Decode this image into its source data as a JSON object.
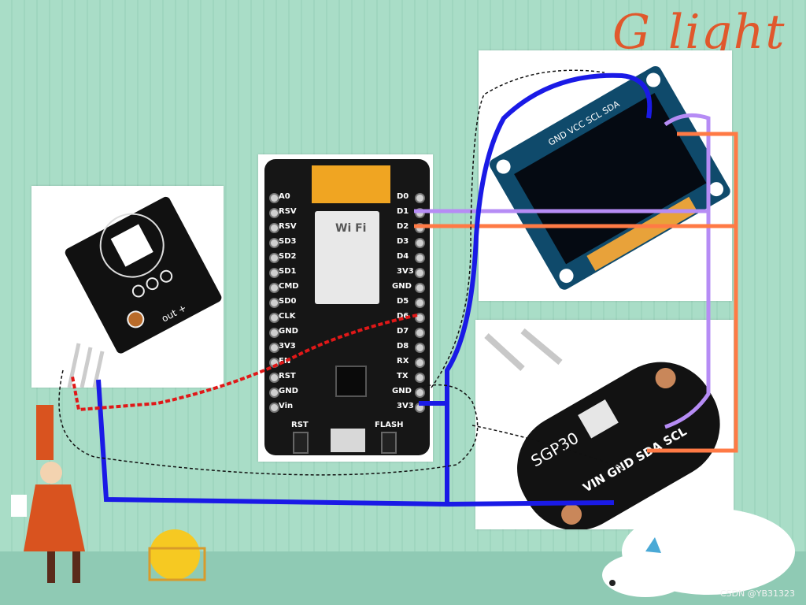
{
  "brand": "G light",
  "watermark": "CSDN @YB31323",
  "esp_board": {
    "left_pins": [
      "A0",
      "RSV",
      "RSV",
      "SD3",
      "SD2",
      "SD1",
      "CMD",
      "SD0",
      "CLK",
      "GND",
      "3V3",
      "EN",
      "RST",
      "GND",
      "Vin"
    ],
    "right_pins": [
      "D0",
      "D1",
      "D2",
      "D3",
      "D4",
      "3V3",
      "GND",
      "D5",
      "D6",
      "D7",
      "D8",
      "RX",
      "TX",
      "GND",
      "3V3"
    ],
    "module_text": "Wi Fi",
    "rst_label": "RST",
    "flash_label": "FLASH"
  },
  "oled": {
    "pin_label": "GND VCC SCL SDA"
  },
  "sgp30": {
    "title": "SGP30",
    "pins": "VIN GND SDA SCL"
  },
  "temp_sensor": {
    "pins": "out +"
  },
  "colors": {
    "sda_wire": "#ff7a45",
    "scl_wire": "#b68cf5",
    "power_wire": "#1a1ae6",
    "sensor_wire": "#e01818",
    "ground_wire": "#111111"
  }
}
